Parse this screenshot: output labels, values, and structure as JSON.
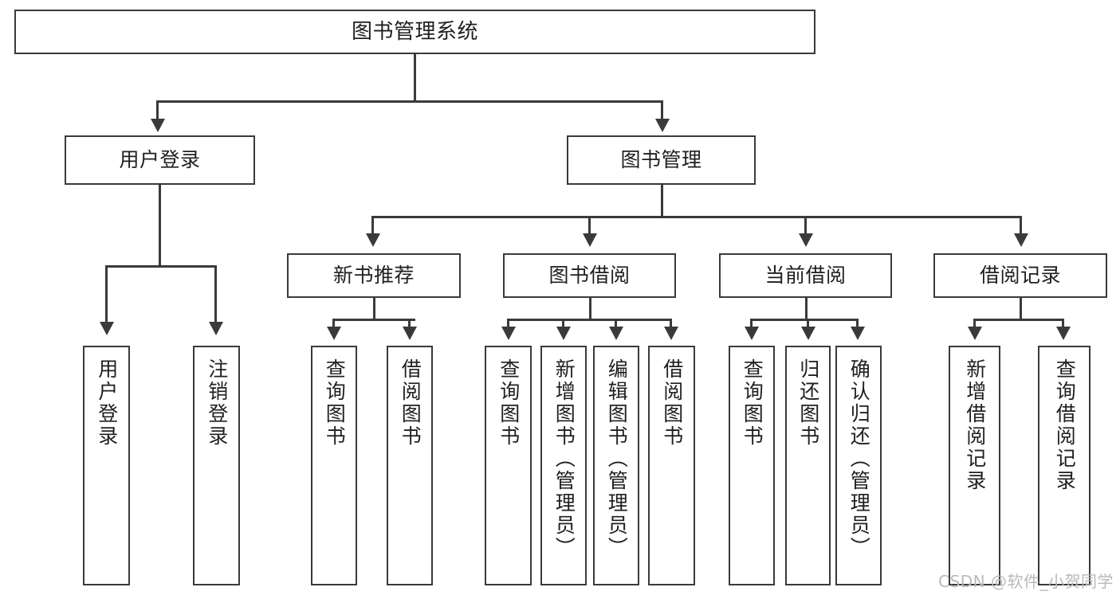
{
  "diagram": {
    "title": "图书管理系统",
    "watermark": "CSDN @软件_小贺同学",
    "colors": {
      "stroke": "#3a3a3a",
      "background": "#ffffff",
      "text": "#1f1f1f",
      "watermark": "#b9b9b9"
    },
    "levels": {
      "root": {
        "label": "图书管理系统"
      },
      "level2": [
        {
          "label": "用户登录"
        },
        {
          "label": "图书管理"
        }
      ],
      "level3": [
        {
          "label": "新书推荐"
        },
        {
          "label": "图书借阅"
        },
        {
          "label": "当前借阅"
        },
        {
          "label": "借阅记录"
        }
      ],
      "leaves": {
        "user_login": [
          {
            "label": "用户登录"
          },
          {
            "label": "注销登录"
          }
        ],
        "new_book_recommend": [
          {
            "label": "查询图书"
          },
          {
            "label": "借阅图书"
          }
        ],
        "book_borrow": [
          {
            "label": "查询图书"
          },
          {
            "label": "新增图书（管理员）"
          },
          {
            "label": "编辑图书（管理员）"
          },
          {
            "label": "借阅图书"
          }
        ],
        "current_borrow": [
          {
            "label": "查询图书"
          },
          {
            "label": "归还图书"
          },
          {
            "label": "确认归还（管理员）"
          }
        ],
        "borrow_record": [
          {
            "label": "新增借阅记录"
          },
          {
            "label": "查询借阅记录"
          }
        ]
      }
    }
  }
}
